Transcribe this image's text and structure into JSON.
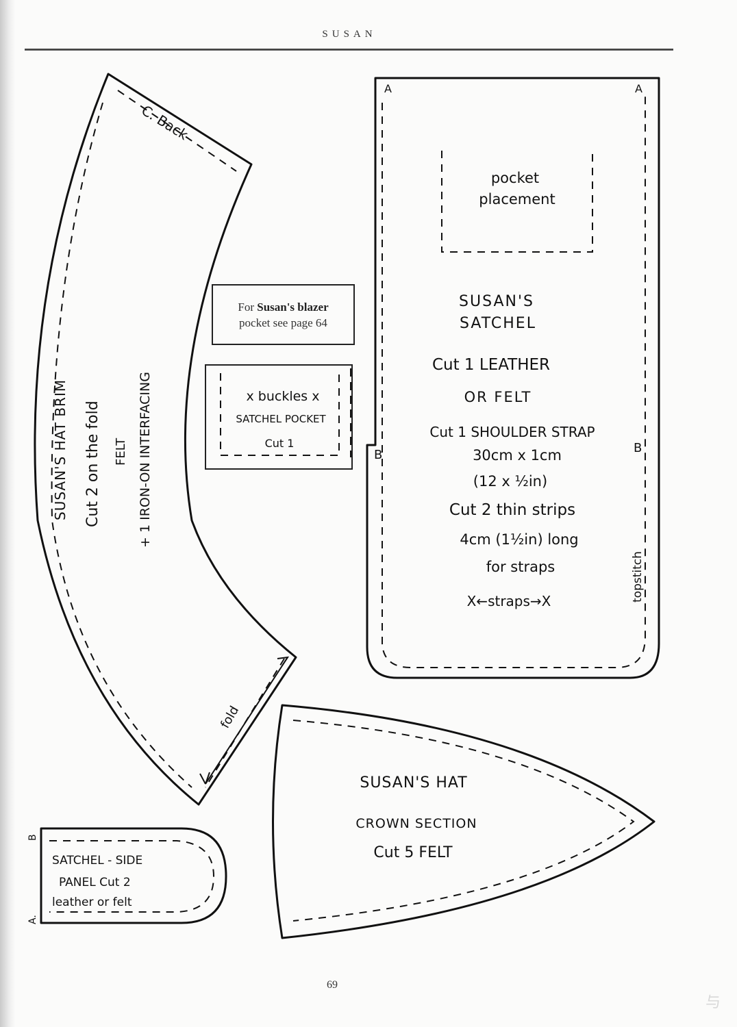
{
  "header": {
    "title": "SUSAN"
  },
  "note": {
    "line1_prefix": "For ",
    "line1_bold": "Susan's blazer",
    "line2": "pocket see page 64"
  },
  "page_number": "69",
  "hat_brim": {
    "title": "SUSAN'S HAT BRIM",
    "cut": "Cut 2 on the fold",
    "material": "FELT",
    "interfacing": "+ 1 IRON-ON INTERFACING",
    "back_label": "C. Back",
    "fold_label": "fold"
  },
  "satchel_pocket": {
    "buckles": "x buckles x",
    "title": "SATCHEL POCKET",
    "cut": "Cut 1"
  },
  "satchel": {
    "corner_a_left": "A",
    "corner_a_right": "A",
    "mark_b_left": "B",
    "mark_b_right": "B",
    "pocket_line1": "pocket",
    "pocket_line2": "placement",
    "title1": "SUSAN'S",
    "title2": "SATCHEL",
    "cut1": "Cut 1 LEATHER",
    "cut1b": "OR FELT",
    "strap1": "Cut 1 SHOULDER STRAP",
    "strap2": "30cm x 1cm",
    "strap3": "(12 x ½in)",
    "strips1": "Cut 2 thin strips",
    "strips2": "4cm (1½in) long",
    "strips3": "for straps",
    "straps_mark": "X←straps→X",
    "topstitch": "topstitch"
  },
  "side_panel": {
    "mark_b": "B",
    "mark_a": "A.",
    "line1": "SATCHEL - SIDE",
    "line2": "PANEL Cut 2",
    "line3": "leather or felt"
  },
  "hat_crown": {
    "line1": "SUSAN'S HAT",
    "line2": "CROWN SECTION",
    "line3": "Cut 5 FELT"
  },
  "watermark": "与"
}
